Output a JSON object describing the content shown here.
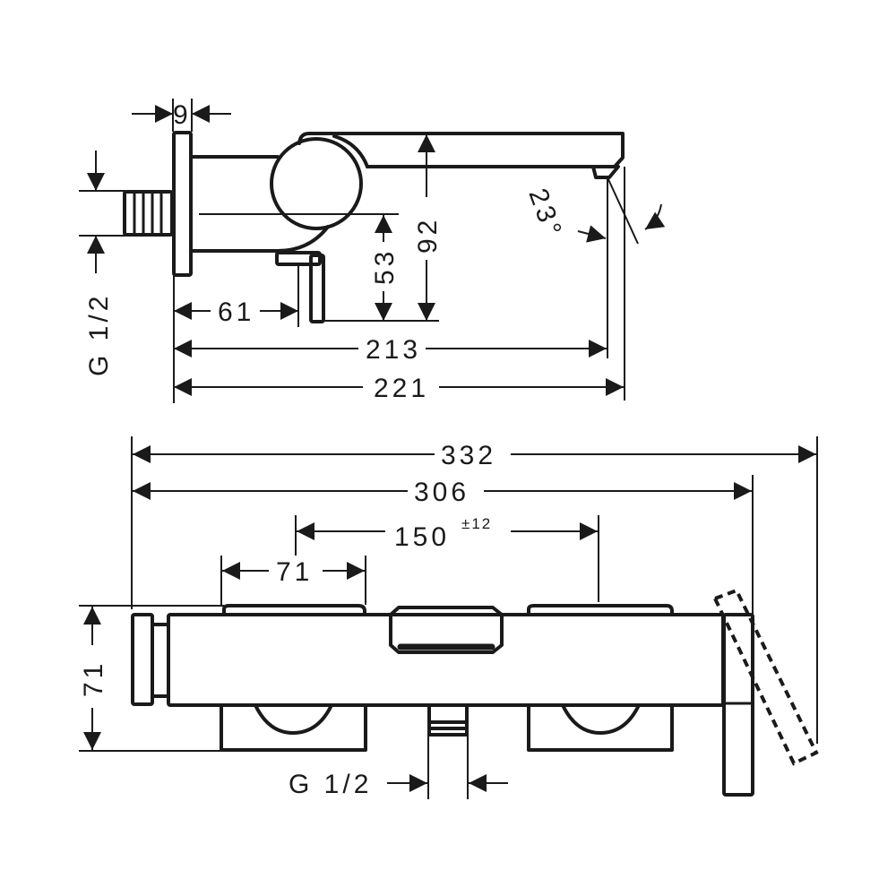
{
  "side_view": {
    "dim_plate_thickness": "9",
    "dim_thread_left": "G 1/2",
    "dim_lever_offset": "61",
    "dim_centre_height": "53",
    "dim_total_height": "92",
    "dim_spout_angle": "23°",
    "dim_projection_inner": "213",
    "dim_projection_total": "221"
  },
  "front_view": {
    "dim_total_width": "332",
    "dim_body_width": "306",
    "dim_centres": "150",
    "dim_centres_tolerance": "±12",
    "dim_connector_width": "71",
    "dim_body_height": "71",
    "dim_outlet_thread": "G 1/2"
  }
}
